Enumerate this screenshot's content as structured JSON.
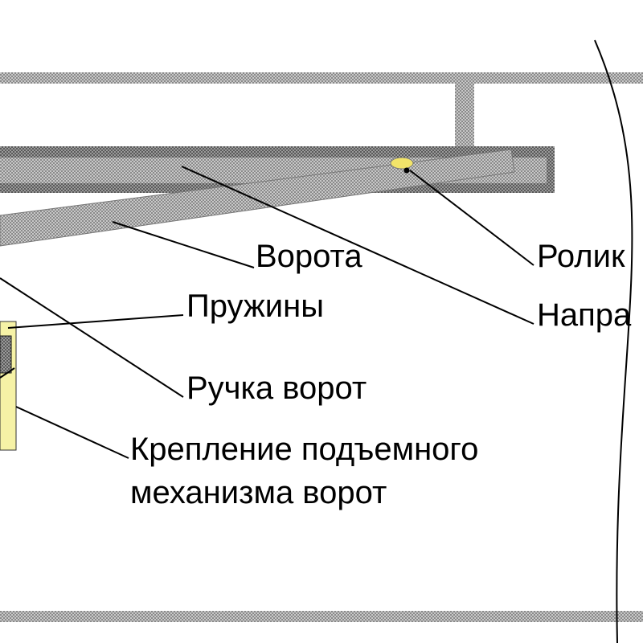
{
  "labels": {
    "gate": "Ворота",
    "roller": "Ролик",
    "guide": "Напра",
    "springs": "Пружины",
    "handle": "Ручка ворот",
    "mount_line1": "Крепление подъемного",
    "mount_line2": "механизма ворот"
  },
  "colors": {
    "hatch_light": "#c8c8c8",
    "hatch_dark": "#8a8a8a",
    "bracket_yellow": "#f6f2a6",
    "roller_yellow": "#f2e46a",
    "line": "#000000"
  }
}
